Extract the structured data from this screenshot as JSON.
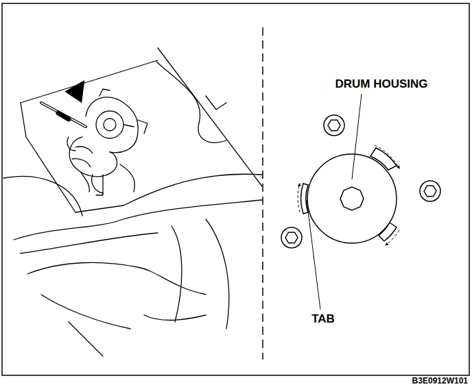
{
  "diagram": {
    "labels": [
      "DRUM HOUSING",
      "TAB",
      "B3E0912W101"
    ]
  }
}
